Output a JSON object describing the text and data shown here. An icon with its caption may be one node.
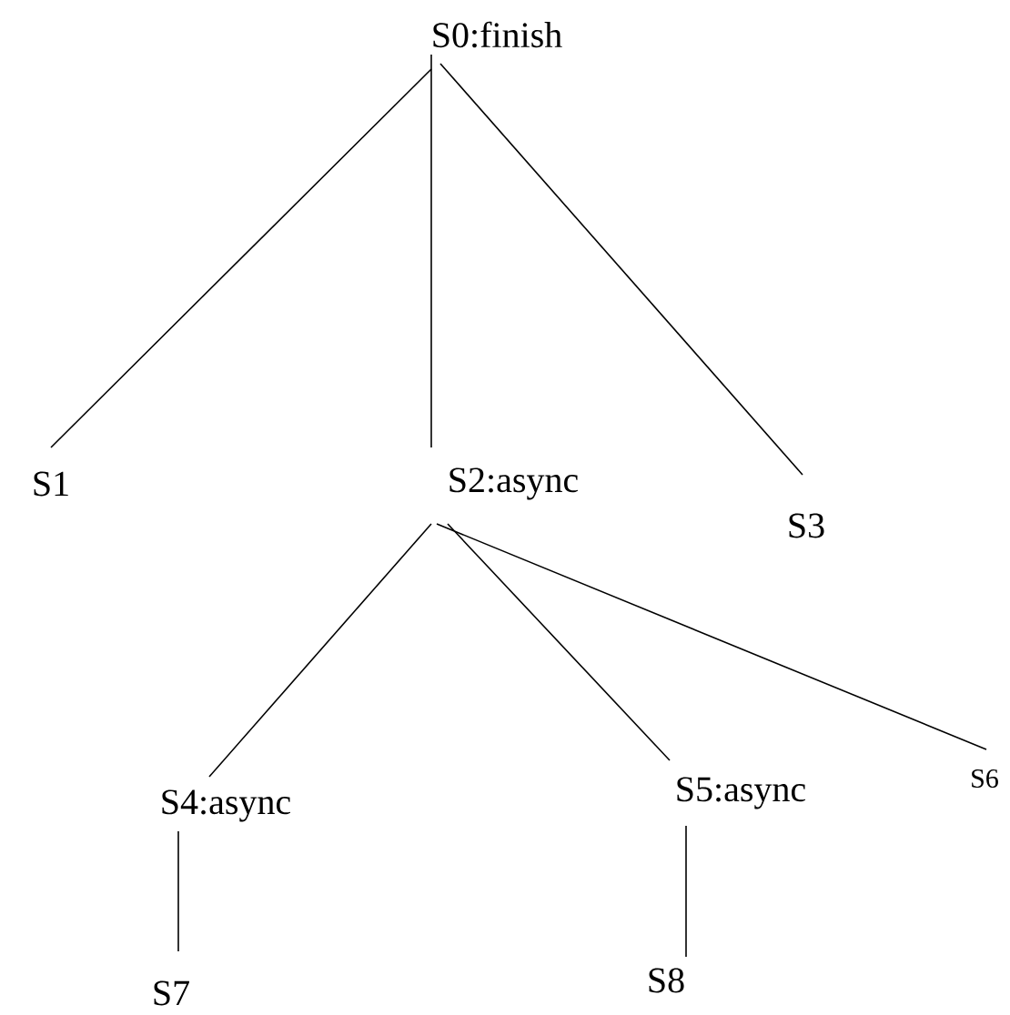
{
  "diagram": {
    "nodes": [
      {
        "text": [
          "S0:finish"
        ]
      },
      {
        "text": [
          "S1"
        ]
      },
      {
        "text": [
          "S2:async"
        ]
      },
      {
        "text": [
          "S3"
        ]
      },
      {
        "text": [
          "S4:async"
        ]
      },
      {
        "text": [
          "S5:async"
        ]
      },
      {
        "text": [
          "S6"
        ]
      },
      {
        "text": [
          "S7"
        ]
      },
      {
        "text": [
          "S8"
        ]
      }
    ],
    "edges": [
      {
        "from": 0,
        "to": 1,
        "arrow": "none"
      },
      {
        "from": 0,
        "to": 2,
        "arrow": "none"
      },
      {
        "from": 0,
        "to": 3,
        "arrow": "none"
      },
      {
        "from": 2,
        "to": 4,
        "arrow": "none"
      },
      {
        "from": 2,
        "to": 5,
        "arrow": "none"
      },
      {
        "from": 2,
        "to": 6,
        "arrow": "none"
      },
      {
        "from": 4,
        "to": 7,
        "arrow": "none"
      },
      {
        "from": 5,
        "to": 8,
        "arrow": "none"
      }
    ]
  }
}
